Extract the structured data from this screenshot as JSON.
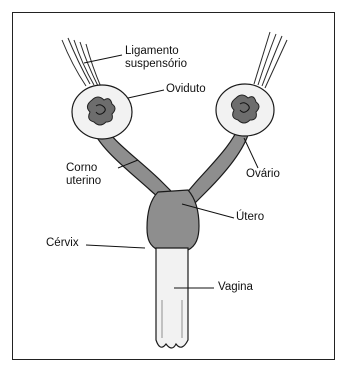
{
  "labels": {
    "ligamento_line1": "Ligamento",
    "ligamento_line2": "suspensório",
    "oviduto": "Oviduto",
    "corno_line1": "Corno",
    "corno_line2": "uterino",
    "ovario": "Ovário",
    "utero": "Útero",
    "cervix": "Cérvix",
    "vagina": "Vagina"
  },
  "colors": {
    "organ_fill": "#8e8e8e",
    "ovary_fill": "#f2f2f2",
    "outline": "#1a1a1a"
  }
}
